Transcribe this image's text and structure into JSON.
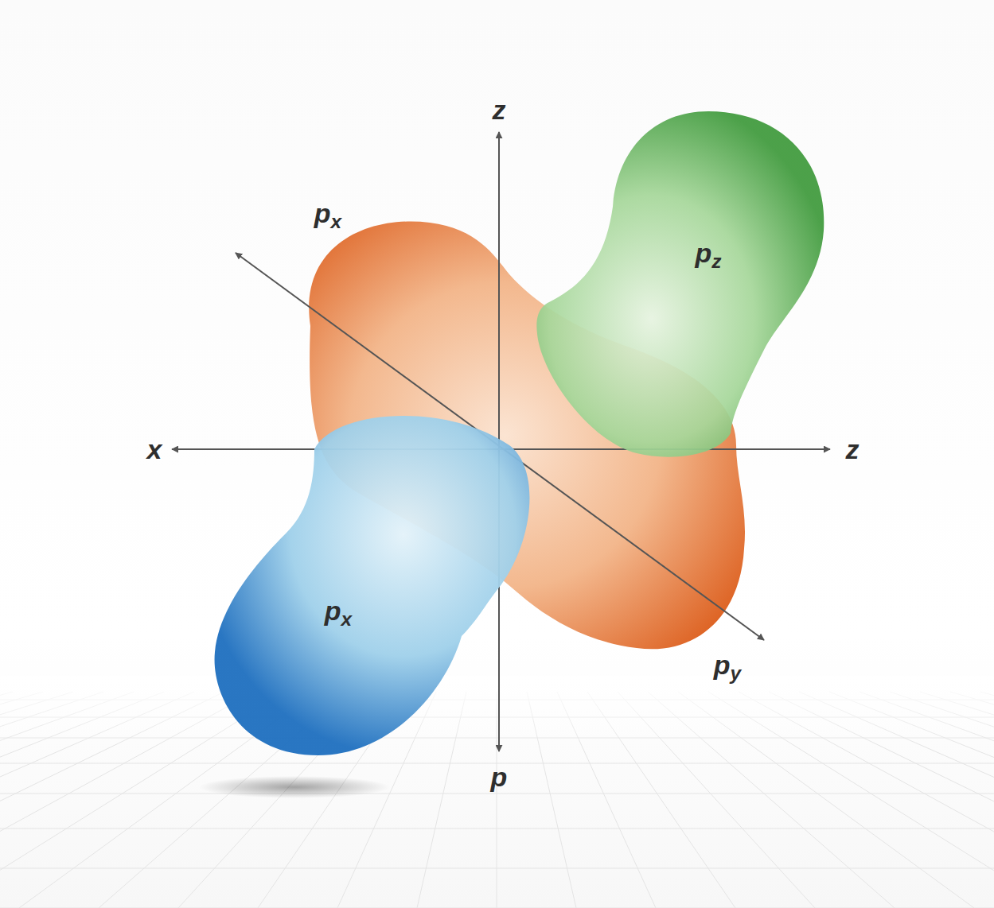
{
  "diagram": {
    "nodes": [
      {
        "text": [
          "px"
        ]
      },
      {
        "text": [
          "pz"
        ]
      },
      {
        "text": [
          "px"
        ]
      }
    ],
    "labels": [
      "z",
      "x",
      "z",
      "py",
      "p"
    ]
  }
}
